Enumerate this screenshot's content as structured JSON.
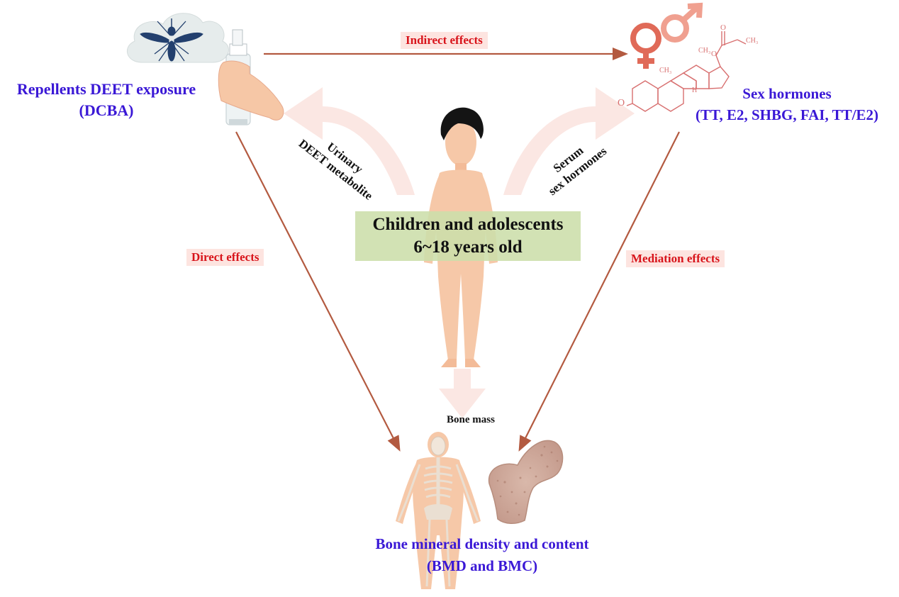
{
  "nodes": {
    "exposure": {
      "line1": "Repellents DEET exposure",
      "line2": "(DCBA)"
    },
    "hormones": {
      "line1": "Sex hormones",
      "line2": "(TT, E2, SHBG, FAI, TT/E2)"
    },
    "population": {
      "line1": "Children and adolescents",
      "line2": "6~18 years old"
    },
    "outcome": {
      "line1": "Bone mineral density and content",
      "line2": "(BMD and BMC)"
    },
    "bone_mass": "Bone mass"
  },
  "edges": {
    "indirect": "Indirect effects",
    "direct": "Direct effects",
    "mediation": "Mediation effects"
  },
  "measurements": {
    "urinary": {
      "line1": "Urinary",
      "line2": "DEET metabolite"
    },
    "serum": {
      "line1": "Serum",
      "line2": "sex hormones"
    }
  },
  "molecule_labels": {
    "ch3_a": "CH₃",
    "ch3_b": "CH₃",
    "ch3_c": "CH₃",
    "h": "H",
    "o1": "O",
    "o2": "O",
    "o3": "O"
  },
  "colors": {
    "arrow": "#b35a40",
    "blue_text": "#3a18d6",
    "red_tag_text": "#d8141b",
    "tag_bg": "#fde4e0",
    "center_box": "#cddeab",
    "female_symbol": "#e06a58",
    "male_symbol": "#f0a090",
    "skin": "#f6c8a8"
  }
}
